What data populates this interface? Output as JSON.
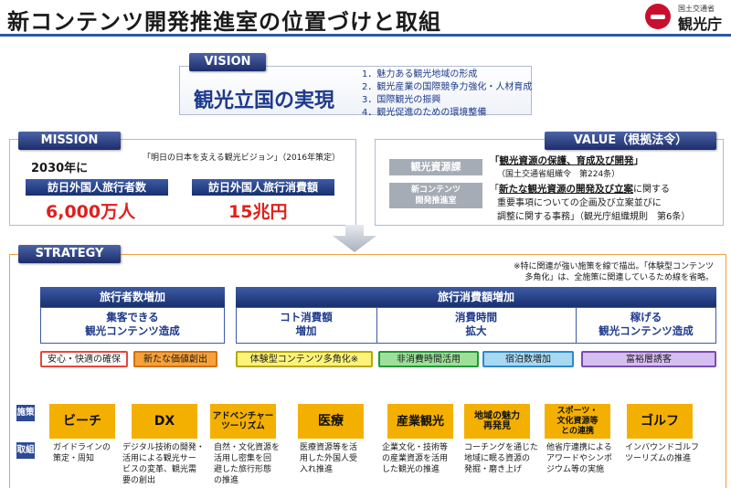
{
  "header": {
    "title": "新コンテンツ開発推進室の位置づけと取組",
    "logo_ministry": "国土交通省",
    "logo_name": "観光庁"
  },
  "vision": {
    "label": "VISION",
    "main": "観光立国の実現",
    "items": [
      "1．魅力ある観光地域の形成",
      "2．観光産業の国際競争力強化・人材育成",
      "3．国際観光の振興",
      "4．観光促進のための環境整備"
    ]
  },
  "mission": {
    "label": "MISSION",
    "reference": "「明日の日本を支える観光ビジョン」（2016年策定）",
    "year": "2030年に",
    "metrics": [
      {
        "label": "訪日外国人旅行者数",
        "value": "6,000万人"
      },
      {
        "label": "訪日外国人旅行消費額",
        "value": "15兆円"
      }
    ]
  },
  "value": {
    "label": "VALUE（根拠法令）",
    "departments": [
      {
        "name": "観光資源課"
      },
      {
        "name_line1": "新コンテンツ",
        "name_line2": "開発推進室"
      }
    ],
    "line1_prefix": "「",
    "line1_underline": "観光資源の保護、育成及び開発",
    "line1_suffix": "」",
    "line2": "（国土交通省組織令　第224条）",
    "line3_prefix": "「",
    "line3_underline": "新たな観光資源の開発及び立案",
    "line3_suffix": "に関する",
    "line4": "重要事項についての企画及び立案並びに",
    "line5": "調整に関する事務」（観光庁組織規則　第6条）"
  },
  "strategy": {
    "label": "STRATEGY",
    "note_line1": "※特に関連が強い施策を線で描出。「体験型コンテンツ",
    "note_line2": "多角化」は、全施策に関連しているため線を省略。",
    "categories": [
      {
        "title": "旅行者数増加",
        "subs": [
          {
            "line1": "集客できる",
            "line2": "観光コンテンツ造成"
          }
        ]
      },
      {
        "title": "旅行消費額増加",
        "subs": [
          {
            "line1": "コト消費額",
            "line2": "増加"
          },
          {
            "line1": "消費時間",
            "line2": "拡大"
          },
          {
            "line1": "稼げる",
            "line2": "観光コンテンツ造成"
          }
        ]
      }
    ],
    "pills": [
      {
        "label": "安心・快適の確保",
        "color": "#e8463c"
      },
      {
        "label": "新たな価値創出",
        "color": "#f08a1e"
      },
      {
        "label": "体験型コンテンツ多角化※",
        "color": "#f5e400"
      },
      {
        "label": "非消費時間活用",
        "color": "#39b54a"
      },
      {
        "label": "宿泊数増加",
        "color": "#3ca7e0"
      },
      {
        "label": "富裕層誘客",
        "color": "#9a6cc8"
      }
    ],
    "row_labels": {
      "measures": "施策",
      "actions": "取組"
    },
    "measures": [
      {
        "name": "ビーチ",
        "desc": [
          "ガイドラインの",
          "策定・周知"
        ]
      },
      {
        "name": "DX",
        "desc": [
          "デジタル技術の開発・",
          "活用による観光サー",
          "ビスの変革、観光需",
          "要の創出"
        ]
      },
      {
        "name_line1": "アドベンチャー",
        "name_line2": "ツーリズム",
        "desc": [
          "自然・文化資源を",
          "活用し密集を回",
          "避した旅行形態",
          "の推進"
        ]
      },
      {
        "name": "医療",
        "desc": [
          "医療資源等を活",
          "用した外国人受",
          "入れ推進"
        ]
      },
      {
        "name": "産業観光",
        "desc": [
          "企業文化・技術等",
          "の産業資源を活用",
          "した観光の推進"
        ]
      },
      {
        "name_line1": "地域の魅力",
        "name_line2": "再発見",
        "desc": [
          "コーチングを通じた",
          "地域に眠る資源の",
          "発掘・磨き上げ"
        ]
      },
      {
        "name_line1": "スポーツ・",
        "name_line2": "文化資源等",
        "name_line3": "との連携",
        "desc": [
          "他省庁連携による",
          "アワードやシンポ",
          "ジウム等の実施"
        ]
      },
      {
        "name": "ゴルフ",
        "desc": [
          "インバウンドゴルフ",
          "ツーリズムの推進"
        ]
      }
    ]
  }
}
